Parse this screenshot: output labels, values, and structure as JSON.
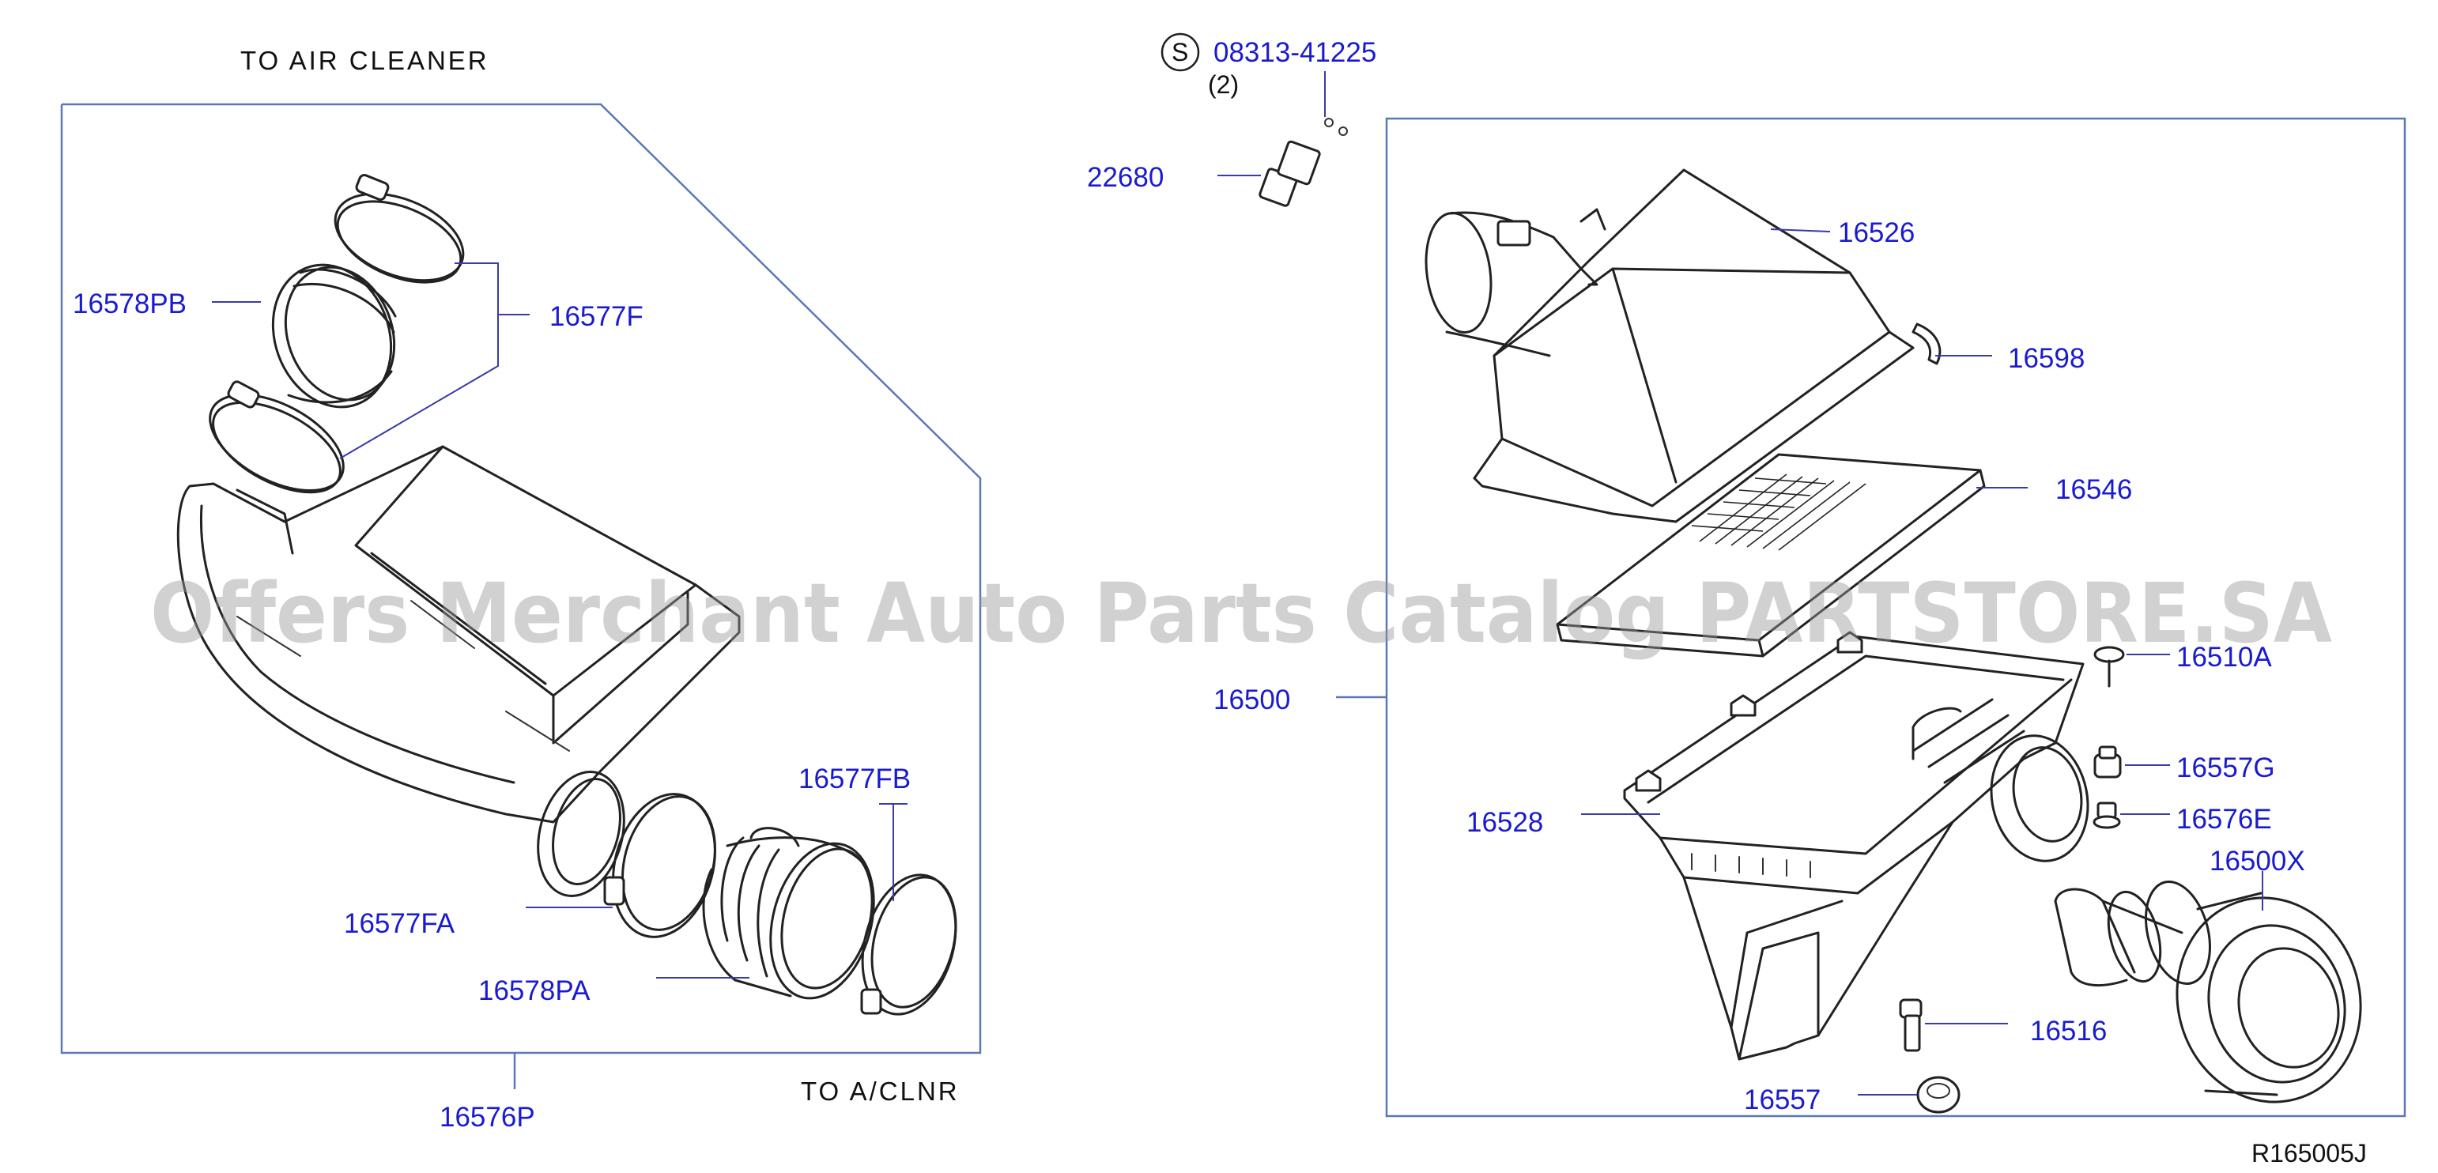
{
  "notes": {
    "to_air_cleaner": "TO  AIR  CLEANER",
    "to_aclnr": "TO  A/CLNR",
    "reference_code": "R165005J",
    "service_symbol": "S",
    "screw_quantity": "(2)"
  },
  "watermark": "Offers Merchant Auto Parts Catalog PARTSTORE.SA",
  "parts": {
    "p16578PB": "16578PB",
    "p16577F": "16577F",
    "p16577FB": "16577FB",
    "p16577FA": "16577FA",
    "p16578PA": "16578PA",
    "p16576P": "16576P",
    "p08313": "08313-41225",
    "p22680": "22680",
    "p16526": "16526",
    "p16598": "16598",
    "p16546": "16546",
    "p16500": "16500",
    "p16510A": "16510A",
    "p16557G": "16557G",
    "p16528": "16528",
    "p16576E": "16576E",
    "p16500X": "16500X",
    "p16516": "16516",
    "p16557": "16557"
  },
  "colors": {
    "label_text": "#1a1ad0",
    "frame_line": "#5a78b8",
    "leader_line": "#3a3aa8",
    "drawing_ink": "#222222",
    "watermark": "#9a9a9a"
  }
}
